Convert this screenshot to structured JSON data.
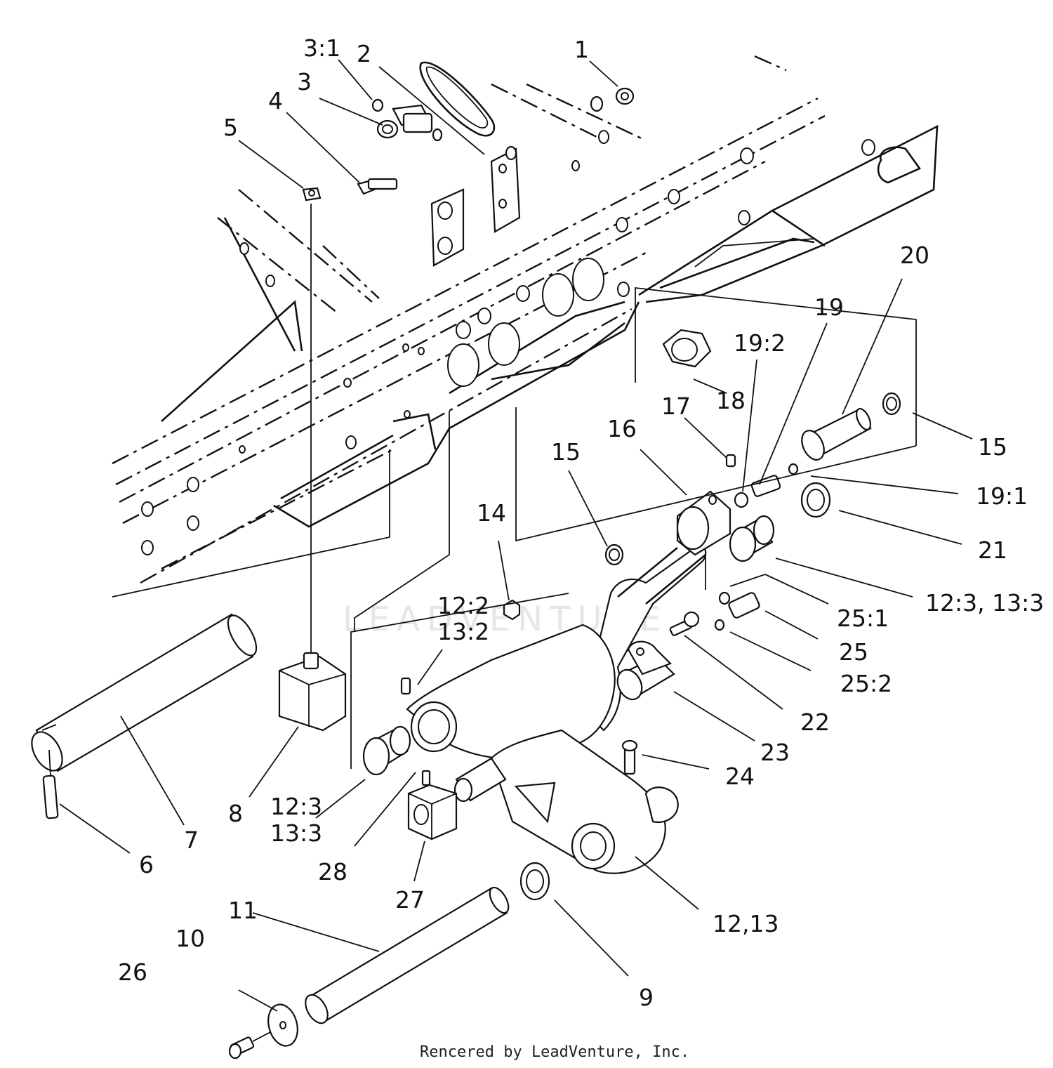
{
  "labels": {
    "p1": "1",
    "p2": "2",
    "p3": "3",
    "p3_1": "3:1",
    "p4": "4",
    "p5": "5",
    "p6": "6",
    "p7": "7",
    "p8": "8",
    "p9": "9",
    "p10": "10",
    "p11": "11",
    "p12_13": "12,13",
    "p12_2": "12:2",
    "p13_2": "13:2",
    "p12_3a": "12:3",
    "p13_3a": "13:3",
    "p12_3_13_3": "12:3, 13:3",
    "p14": "14",
    "p15a": "15",
    "p15b": "15",
    "p16": "16",
    "p17": "17",
    "p18": "18",
    "p19": "19",
    "p19_1": "19:1",
    "p19_2": "19:2",
    "p20": "20",
    "p21": "21",
    "p22": "22",
    "p23": "23",
    "p24": "24",
    "p25": "25",
    "p25_1": "25:1",
    "p25_2": "25:2",
    "p26": "26",
    "p27": "27",
    "p28": "28"
  },
  "watermark": "LEADVENTURE",
  "credit": "Rencered by LeadVenture, Inc."
}
